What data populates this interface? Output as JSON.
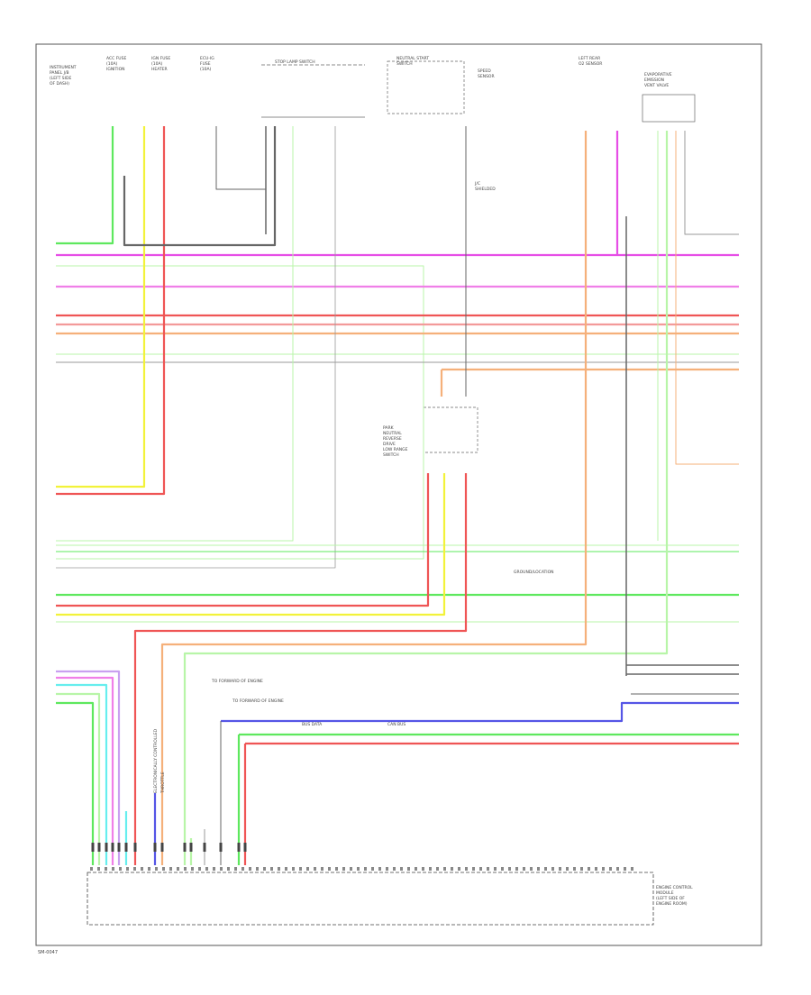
{
  "diagram": {
    "footer_label": "SM-0047",
    "colors": {
      "yellow": "#f2f23a",
      "pink": "#f07fe8",
      "magenta": "#e64ee6",
      "red": "#ef5555",
      "light_red": "#f39a9a",
      "orange": "#f5b07a",
      "green": "#5ee85e",
      "light_green": "#b8f5a8",
      "gray": "#9a9a9a",
      "dark": "#666666",
      "blue": "#5555e6",
      "cyan": "#66eeee",
      "lilac": "#c9a0f0"
    },
    "ecu": {
      "name_lines": [
        "ENGINE CONTROL",
        "MODULE",
        "(LEFT SIDE OF",
        "ENGINE ROOM)"
      ]
    },
    "top_components": [
      {
        "lines": [
          "INSTRUMENT",
          "PANEL J/B",
          "(LEFT SIDE",
          "OF DASH)"
        ]
      },
      {
        "lines": [
          "ACC FUSE",
          "(10A)",
          "IGNITION"
        ]
      },
      {
        "lines": [
          "IGN FUSE",
          "(10A)",
          "HEATER"
        ]
      },
      {
        "lines": [
          "ECU-IG",
          "FUSE",
          "(10A)"
        ]
      },
      {
        "lines": [
          "STOP LAMP SWITCH"
        ]
      },
      {
        "lines": [
          "NEUTRAL START",
          "SWITCH"
        ]
      },
      {
        "lines": [
          "SPEED",
          "SENSOR"
        ]
      },
      {
        "lines": [
          "LEFT REAR",
          "O2 SENSOR"
        ]
      },
      {
        "lines": [
          "EVAPORATIVE",
          "EMISSION",
          "VENT VALVE"
        ]
      }
    ],
    "mid_labels": {
      "connector_block": [
        "PARK",
        "NEUTRAL",
        "REVERSE",
        "DRIVE",
        "LOW RANGE",
        "SWITCH"
      ],
      "junction_text": [
        "J/C",
        "SHIELDED"
      ],
      "ground_label": "GROUND/LOCATION",
      "note_1": "TO FORWARD OF ENGINE",
      "note_2": "TO FORWARD OF ENGINE",
      "bus_text_1": "BUS DATA",
      "bus_text_2": "CAN BUS"
    },
    "vertical_labels": [
      "ELECTRONICALLY CONTROLLED",
      "THROTTLE"
    ]
  }
}
